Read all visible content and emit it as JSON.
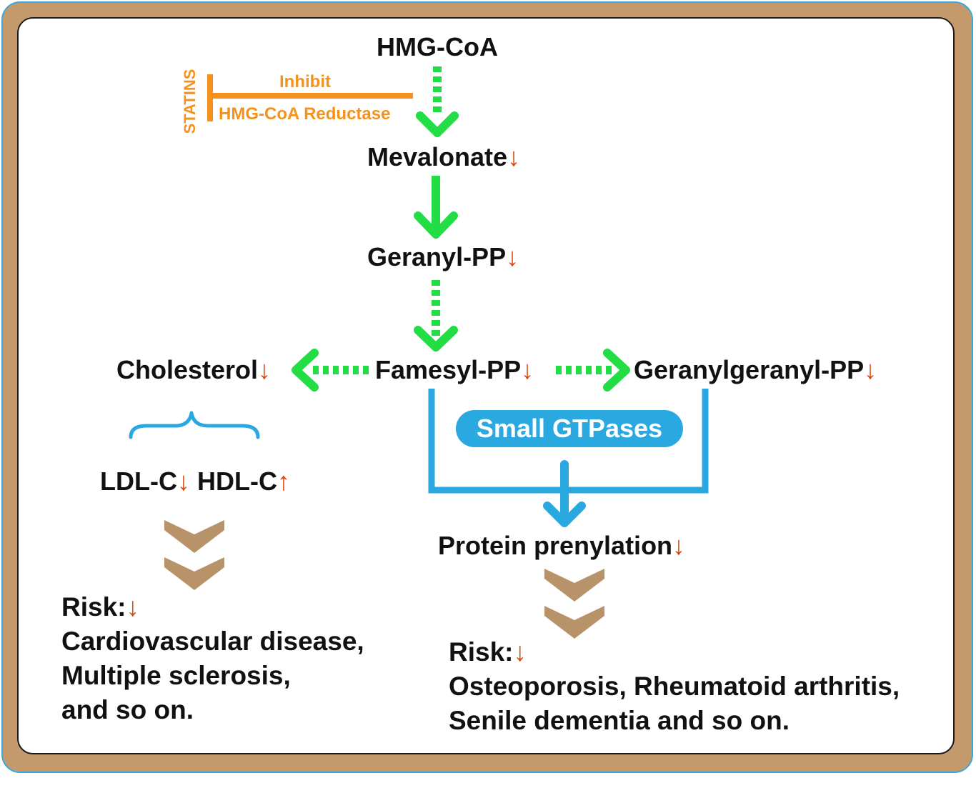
{
  "nodes": {
    "hmg_coa": "HMG-CoA",
    "mevalonate": "Mevalonate",
    "geranyl_pp": "Geranyl-PP",
    "famesyl_pp": "Famesyl-PP",
    "cholesterol": "Cholesterol",
    "geranylgeranyl_pp": "Geranylgeranyl-PP",
    "ldl_c": "LDL-C",
    "hdl_c": "HDL-C",
    "small_gtpases": "Small GTPases",
    "protein_prenylation": "Protein prenylation"
  },
  "inhibition": {
    "drug": "STATINS",
    "action": "Inhibit",
    "target": "HMG-CoA Reductase"
  },
  "markers": {
    "down": "↓",
    "up": "↑"
  },
  "left_risk": {
    "title": "Risk:",
    "lines": [
      "Cardiovascular disease,",
      "Multiple sclerosis,",
      "and so on."
    ]
  },
  "right_risk": {
    "title": "Risk:",
    "lines": [
      "Osteoporosis, Rheumatoid arthritis,",
      "Senile dementia and so on."
    ]
  },
  "colors": {
    "frame": "#c49a6c",
    "pathway_arrow": "#22dd44",
    "statin": "#f5921e",
    "gtpase": "#2aa8e0",
    "decrease_marker": "#d9480f",
    "chevron": "#b8936a"
  }
}
